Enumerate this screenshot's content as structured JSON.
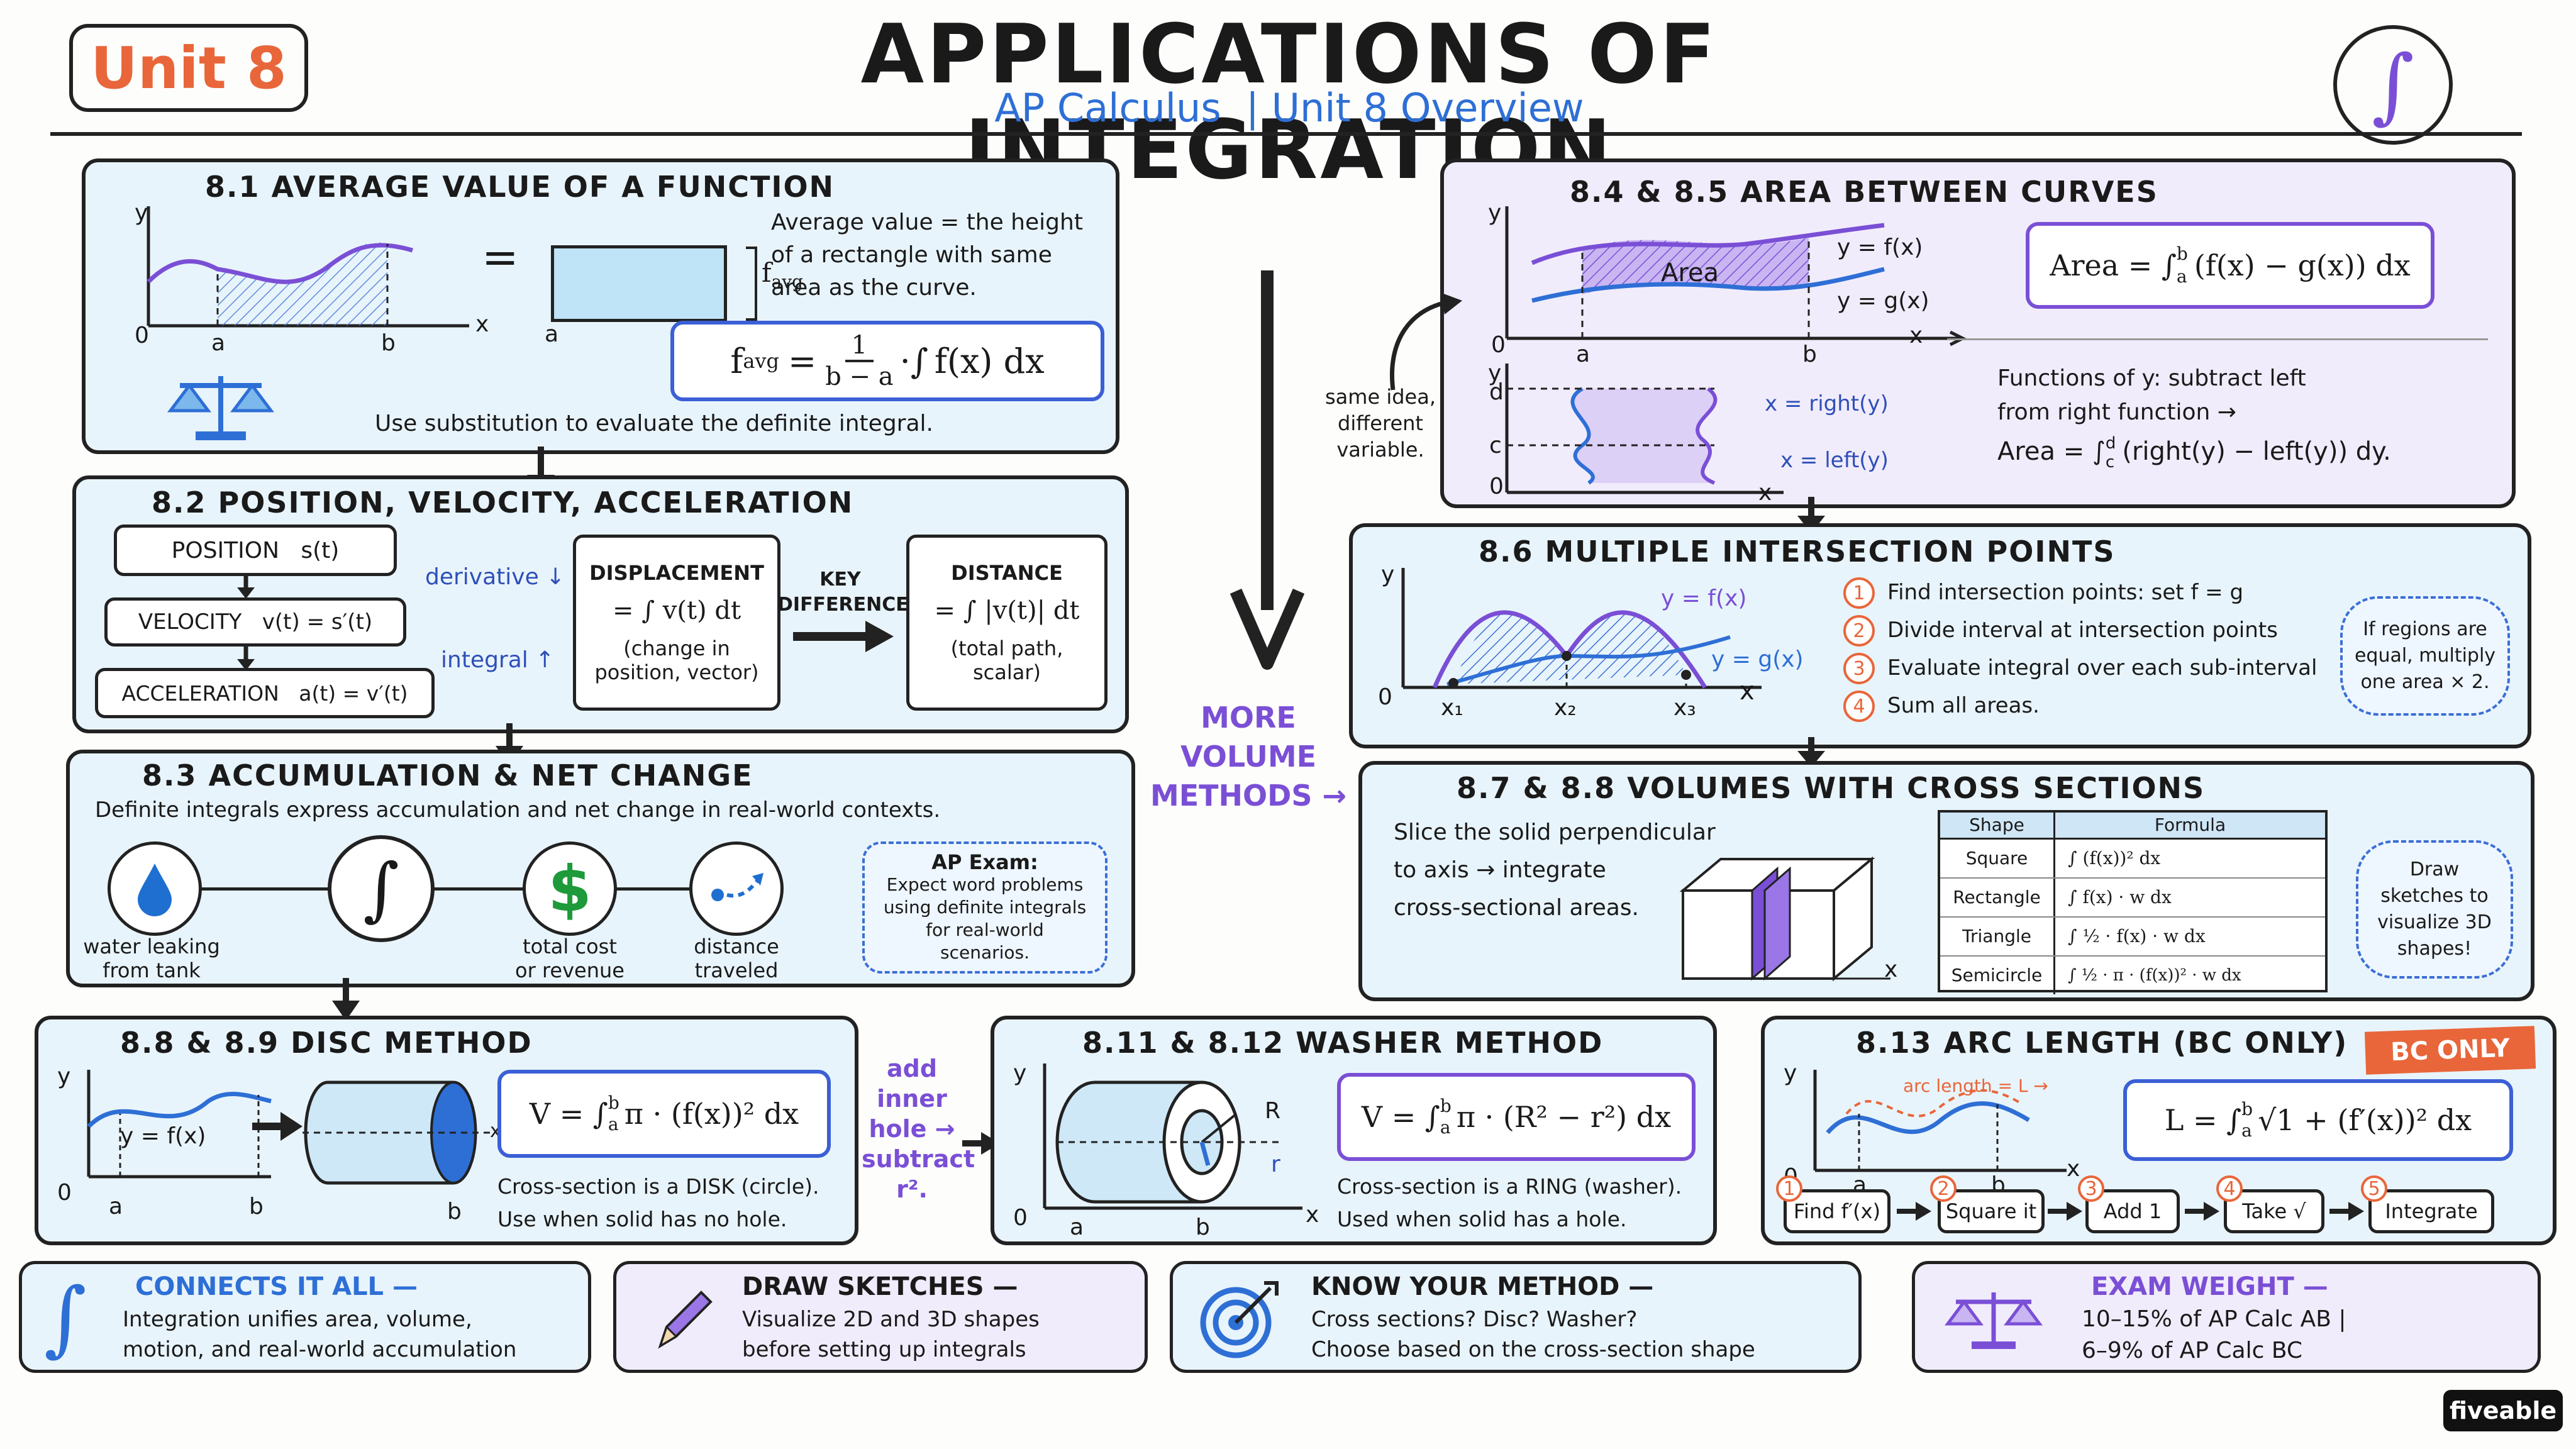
{
  "header": {
    "unit_badge": "Unit 8",
    "title": "APPLICATIONS OF INTEGRATION",
    "subtitle": "AP Calculus  | Unit 8 Overview",
    "logo_symbol": "∫"
  },
  "s81": {
    "title": "8.1  AVERAGE VALUE OF A FUNCTION",
    "desc": [
      "Average value = the height",
      "of a rectangle with same",
      "area as the curve."
    ],
    "formula_lhs": "f",
    "formula_sub": "avg",
    "formula_num": "1",
    "formula_den": "b − a",
    "formula_rest": "f(x) dx",
    "note": "Use substitution to evaluate the definite integral.",
    "favg_label": "f",
    "favg_sub": "avg",
    "eq": "=",
    "axis": {
      "y": "y",
      "x": "x",
      "o": "0",
      "a": "a",
      "b": "b"
    }
  },
  "s82": {
    "title": "8.2  POSITION, VELOCITY, ACCELERATION",
    "position": "POSITION   s(t)",
    "velocity": "VELOCITY   v(t) = s′(t)",
    "acceleration": "ACCELERATION   a(t) = v′(t)",
    "derivative": "derivative ↓",
    "integral": "integral ↑",
    "disp_title": "DISPLACEMENT",
    "disp_formula": "= ∫ v(t) dt",
    "disp_note": [
      "(change in",
      "position, vector)"
    ],
    "key": [
      "KEY",
      "DIFFERENCE"
    ],
    "dist_title": "DISTANCE",
    "dist_formula": "= ∫ |v(t)| dt",
    "dist_note": [
      "(total path,",
      "scalar)"
    ]
  },
  "s83": {
    "title": "8.3  ACCUMULATION  &  NET CHANGE",
    "desc": "Definite integrals express accumulation and net change in real-world contexts.",
    "icons": [
      {
        "label": [
          "water leaking",
          "from tank"
        ]
      },
      {
        "label": []
      },
      {
        "label": [
          "total cost",
          "or revenue"
        ]
      },
      {
        "label": [
          "distance",
          "traveled"
        ]
      }
    ],
    "integral_symbol": "∫",
    "dollar": "$",
    "exam": [
      "AP Exam:",
      "Expect word problems",
      "using definite integrals",
      "for real-world",
      "scenarios."
    ]
  },
  "s84": {
    "title": "8.4 & 8.5  AREA BETWEEN CURVES",
    "area_label": "Area",
    "f_label": "y = f(x)",
    "g_label": "y = g(x)",
    "formula": "Area = ∫",
    "formula_lo": "a",
    "formula_hi": "b",
    "formula_rest": "(f(x) − g(x)) dx",
    "right_label": "x = right(y)",
    "left_label": "x = left(y)",
    "side_note": [
      "same idea,",
      "different",
      "variable."
    ],
    "desc": [
      "Functions of y: subtract left",
      "from right function →"
    ],
    "formula2": "Area = ∫",
    "formula2_lo": "c",
    "formula2_hi": "d",
    "formula2_rest": "(right(y) − left(y)) dy.",
    "axis": {
      "y": "y",
      "x": "x",
      "o": "0",
      "a": "a",
      "b": "b",
      "c": "c",
      "d": "d"
    }
  },
  "s86": {
    "title": "8.6  MULTIPLE  INTERSECTION  POINTS",
    "f_label": "y = f(x)",
    "g_label": "y = g(x)",
    "x_labels": [
      "x₁",
      "x₂",
      "x₃"
    ],
    "steps": [
      "Find intersection points: set  f = g",
      "Divide interval at intersection points",
      "Evaluate integral over each sub-interval",
      "Sum all areas."
    ],
    "bubble": [
      "If regions are",
      "equal, multiply",
      "one area × 2."
    ],
    "axis": {
      "y": "y",
      "x": "x",
      "o": "0"
    }
  },
  "middle": {
    "more": [
      "MORE",
      "VOLUME",
      "METHODS →"
    ]
  },
  "s87": {
    "title": "8.7 & 8.8  VOLUMES WITH CROSS SECTIONS",
    "desc": [
      "Slice the solid perpendicular",
      "to axis  →  integrate",
      "cross-sectional areas."
    ],
    "table_head": [
      "Shape",
      "Formula"
    ],
    "rows": [
      {
        "shape": "Square",
        "formula": "∫ (f(x))²  dx"
      },
      {
        "shape": "Rectangle",
        "formula": "∫ f(x) · w  dx"
      },
      {
        "shape": "Triangle",
        "formula": "∫ ½ · f(x) · w  dx"
      },
      {
        "shape": "Semicircle",
        "formula": "∫ ½ · π · (f(x))² · w  dx"
      }
    ],
    "bubble": [
      "Draw",
      "sketches to",
      "visualize 3D",
      "shapes!"
    ],
    "axis_x": "x"
  },
  "s88": {
    "title": "8.8 & 8.9  DISC METHOD",
    "curve_label": "y = f(x)",
    "formula": "V = ∫",
    "lo": "a",
    "hi": "b",
    "rest": "π · (f(x))² dx",
    "desc": [
      "Cross-section is a DISK (circle).",
      "Use when solid has no hole."
    ],
    "axis": {
      "y": "y",
      "x": "x",
      "o": "0",
      "a": "a",
      "b": "b",
      "b2": "b"
    }
  },
  "between": {
    "text": [
      "add",
      "inner",
      "hole →",
      "subtract",
      "r²."
    ]
  },
  "s811": {
    "title": "8.11 & 8.12  WASHER METHOD",
    "formula": "V = ∫",
    "lo": "a",
    "hi": "b",
    "rest": "π · (R² − r²) dx",
    "R": "R",
    "r": "r",
    "desc": [
      "Cross-section is a RING (washer).",
      "Used when solid has a hole."
    ],
    "axis": {
      "y": "y",
      "x": "x",
      "o": "0",
      "a": "a",
      "b": "b"
    }
  },
  "s813": {
    "title": "8.13  ARC LENGTH (BC ONLY)",
    "badge": "BC ONLY",
    "arc_label": "arc length = L →",
    "formula": "L = ∫",
    "lo": "a",
    "hi": "b",
    "rest": "√1 + (f′(x))² dx",
    "steps": [
      "Find f′(x)",
      "Square it",
      "Add 1",
      "Take √",
      "Integrate"
    ],
    "step_nums": [
      "1",
      "2",
      "3",
      "4",
      "5"
    ],
    "axis": {
      "y": "y",
      "x": "x",
      "o": "0",
      "a": "a",
      "b": "b"
    }
  },
  "footer": [
    {
      "title": "CONNECTS IT ALL —",
      "lines": [
        "Integration unifies area, volume,",
        "motion, and real-world accumulation"
      ]
    },
    {
      "title": "DRAW SKETCHES —",
      "lines": [
        "Visualize 2D and 3D shapes",
        "before setting up integrals"
      ]
    },
    {
      "title": "KNOW YOUR METHOD —",
      "lines": [
        "Cross sections? Disc? Washer?",
        "Choose based on the cross-section shape"
      ]
    },
    {
      "title": "EXAM WEIGHT —",
      "lines": [
        "10–15% of AP Calc AB |",
        "6–9% of AP Calc BC"
      ]
    }
  ],
  "brand": "fiveable",
  "colors": {
    "blue": "#3b5fd6",
    "purple": "#7a4fd6",
    "orange": "#e8663a",
    "panel_blue": "#e8f4fb",
    "panel_purple": "#f1ecfb"
  }
}
